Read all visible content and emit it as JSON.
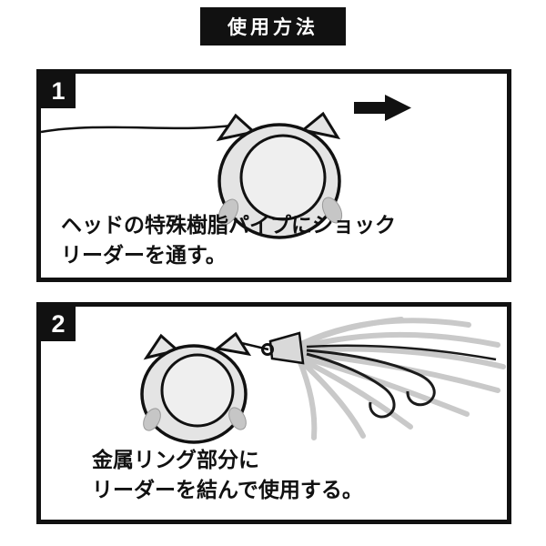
{
  "title": "使用方法",
  "steps": [
    {
      "number": "1",
      "caption": [
        "ヘッドの特殊樹脂パイプにショック",
        "リーダーを通す。"
      ],
      "illustration": "lure-head-threaded-on-leader-line",
      "icons": {
        "arrow": "direction-right-arrow-icon"
      }
    },
    {
      "number": "2",
      "caption": [
        "金属リング部分に",
        "リーダーを結んで使用する。"
      ],
      "illustration": "lure-head-with-skirt-and-hooks-tied-to-ring"
    }
  ],
  "colors": {
    "ink": "#111111",
    "paper": "#ffffff",
    "head_fill": "#e4e4e4",
    "head_inner": "#efefef",
    "hole": "#c6c6c6",
    "skirt": "#c9c9c9"
  }
}
